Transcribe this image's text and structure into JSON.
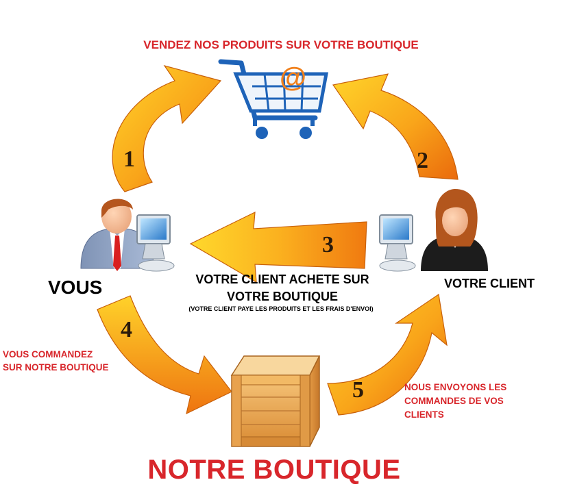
{
  "top_title": "VENDEZ NOS PRODUITS SUR VOTRE BOUTIQUE",
  "vous_label": "VOUS",
  "client_label": "VOTRE CLIENT",
  "step3": {
    "line1": "VOTRE CLIENT ACHETE SUR",
    "line2": "VOTRE BOUTIQUE",
    "sub": "(VOTRE CLIENT PAYE LES PRODUITS ET LES FRAIS D'ENVOI)"
  },
  "step4": {
    "line1": "VOUS COMMANDEZ",
    "line2": "SUR NOTRE BOUTIQUE"
  },
  "step5": {
    "line1": "NOUS ENVOYONS LES",
    "line2": "COMMANDES DE VOS",
    "line3": "CLIENTS"
  },
  "bottom_title": "NOTRE BOUTIQUE",
  "step_numbers": [
    "1",
    "2",
    "3",
    "4",
    "5"
  ],
  "colors": {
    "title_red": "#d8262b",
    "arrow_orange": "#f28a12",
    "arrow_yellow": "#ffd21a",
    "cart_blue": "#1e63b8",
    "cart_at": "#f07f1a",
    "crate_wood": "#e9a24a"
  },
  "icons": [
    "shopping-cart-icon",
    "man-with-computer-icon",
    "woman-with-computer-icon",
    "wooden-crate-icon"
  ]
}
